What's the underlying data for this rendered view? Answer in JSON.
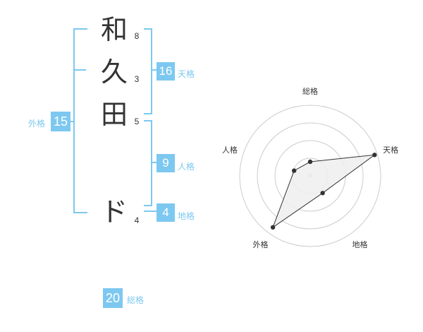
{
  "name": {
    "chars": [
      {
        "char": "和",
        "strokes": "8"
      },
      {
        "char": "久",
        "strokes": "3"
      },
      {
        "char": "田",
        "strokes": "5"
      },
      {
        "char": "ド",
        "strokes": "4"
      }
    ]
  },
  "fortune": {
    "tenkaku": {
      "value": "16",
      "label": "天格"
    },
    "jinkaku": {
      "value": "9",
      "label": "人格"
    },
    "chikaku": {
      "value": "4",
      "label": "地格"
    },
    "gaikaku": {
      "value": "15",
      "label": "外格"
    },
    "soukaku": {
      "value": "20",
      "label": "総格"
    }
  },
  "radar": {
    "axes": [
      "総格",
      "天格",
      "地格",
      "外格",
      "人格"
    ],
    "values": [
      0.2,
      0.96,
      0.3,
      0.9,
      0.24
    ],
    "colors": {
      "ring": "#cccccc",
      "fill": "#eeeeee",
      "line": "#333333",
      "point": "#333333",
      "center": "#cccccc"
    }
  },
  "colors": {
    "accent": "#7dc8f0",
    "text": "#333333"
  }
}
